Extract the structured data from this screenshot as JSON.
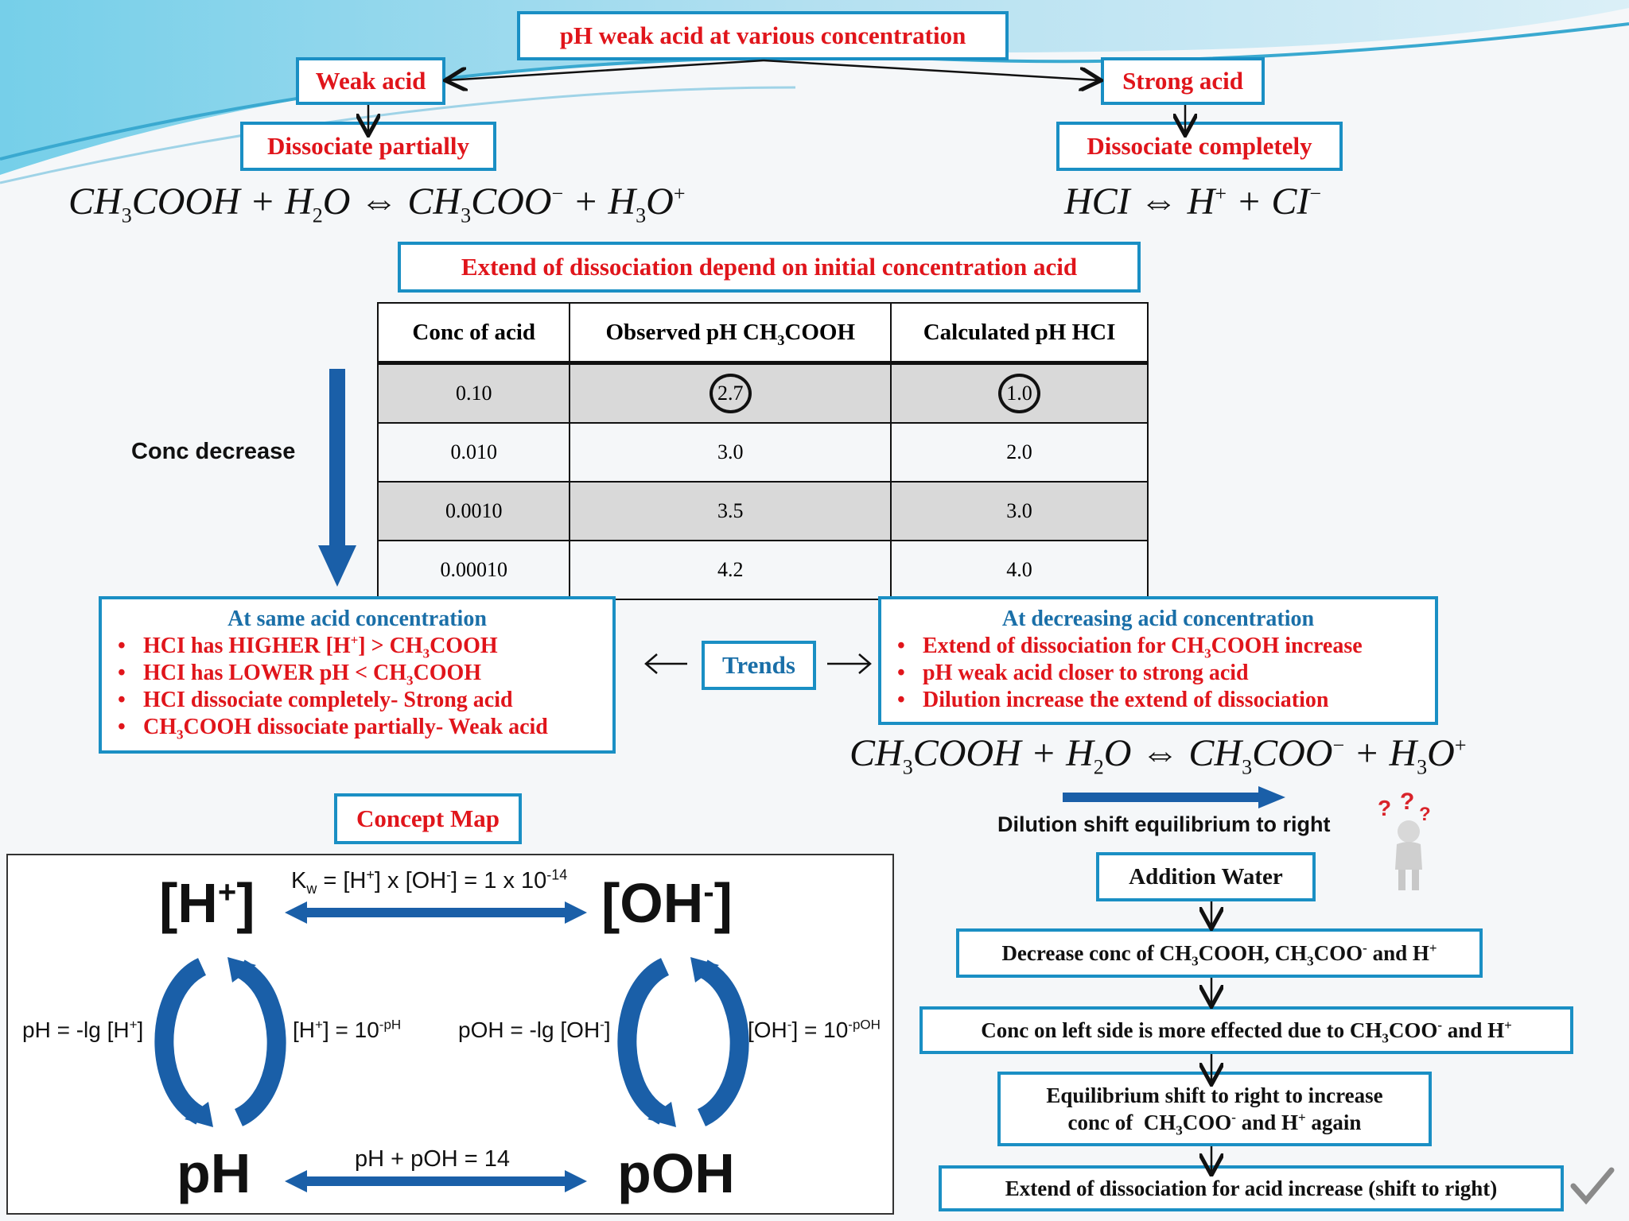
{
  "top_flow": {
    "title": "pH weak acid at various concentration",
    "weak_acid": "Weak acid",
    "strong_acid": "Strong acid",
    "weak_dissociate": "Dissociate partially",
    "strong_dissociate": "Dissociate completely"
  },
  "extend_title": "Extend of dissociation depend on initial concentration acid",
  "table": {
    "headers": [
      "Conc of acid",
      "Observed pH CH3COOH",
      "Calculated pH HCI"
    ],
    "rows": [
      [
        "0.10",
        "2.7",
        "1.0"
      ],
      [
        "0.010",
        "3.0",
        "2.0"
      ],
      [
        "0.0010",
        "3.5",
        "3.0"
      ],
      [
        "0.00010",
        "4.2",
        "4.0"
      ]
    ]
  },
  "conc_decrease": "Conc decrease",
  "trends": "Trends",
  "same_conc": {
    "title": "At same acid concentration",
    "items": [
      "HCI has HIGHER [H+] > CH3COOH",
      "HCI has LOWER pH < CH3COOH",
      "HCI dissociate completely- Strong acid",
      "CH3COOH dissociate partially- Weak acid"
    ]
  },
  "decreasing_conc": {
    "title": "At decreasing acid concentration",
    "items": [
      "Extend of dissociation for CH3COOH increase",
      "pH weak acid closer to strong acid",
      "Dilution increase the extend of dissociation"
    ]
  },
  "dilution_shift": "Dilution shift equilibrium to right",
  "flow": [
    "Addition Water",
    "Decrease conc of CH3COOH, CH3COO- and H+",
    "Conc on left side is more effected due to CH3COO- and H+",
    "Equilibrium shift to right to increase conc of CH3COO- and H+ again",
    "Extend of dissociation for acid increase (shift to right)"
  ],
  "concept_map": {
    "label": "Concept Map",
    "h": "[H+]",
    "oh": "[OH-]",
    "ph": "pH",
    "poh": "pOH",
    "kw": "Kw = [H+] x [OH-] = 1 x 10-14",
    "sum": "pH + pOH = 14",
    "ph_def": "pH = -lg [H+]",
    "h_def": "[H+] = 10-pH",
    "poh_def": "pOH = -lg [OH-]",
    "oh_def": "[OH-] = 10-pOH"
  },
  "colors": {
    "box_border": "#1a8fc4",
    "red_text": "#e0151b",
    "blue_text": "#1a6fa8",
    "arrow_blue": "#1a5fa8"
  }
}
